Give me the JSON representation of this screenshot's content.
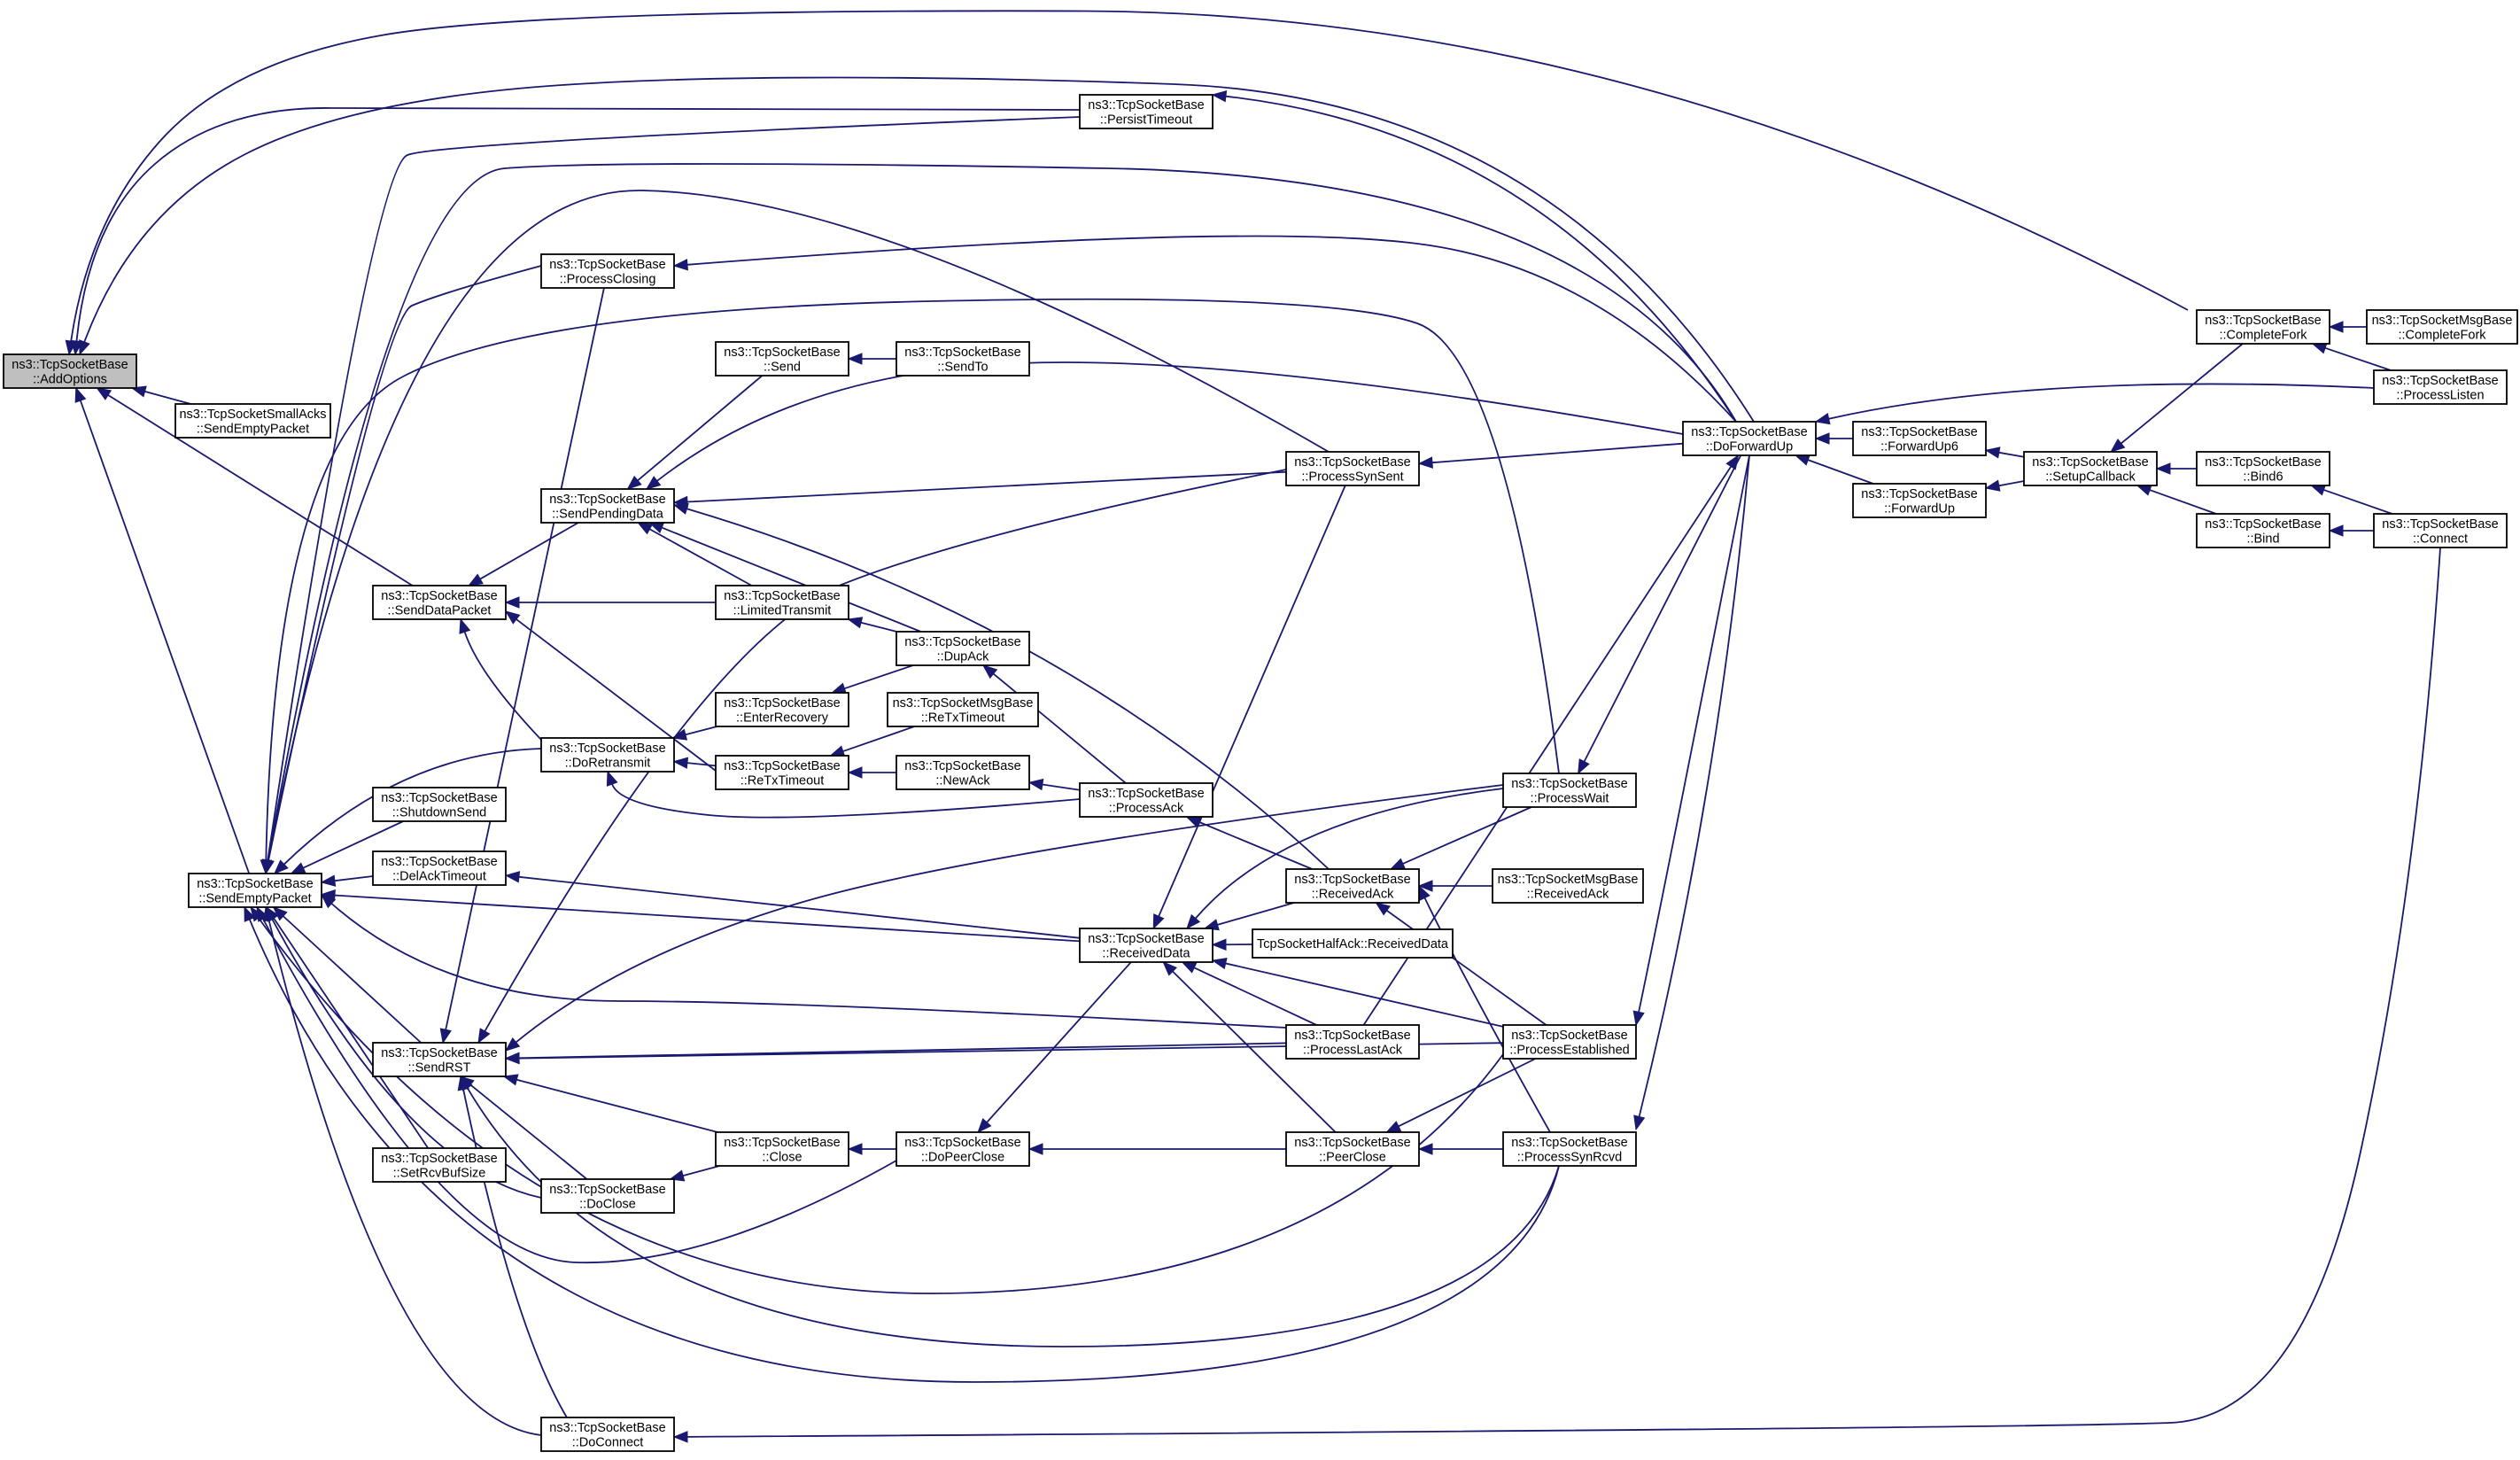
{
  "graph": {
    "type": "caller-graph",
    "nodes": [
      {
        "id": "addoptions",
        "lines": [
          "ns3::TcpSocketBase",
          "::AddOptions"
        ],
        "root": true
      },
      {
        "id": "smallacks",
        "lines": [
          "ns3::TcpSocketSmallAcks",
          "::SendEmptyPacket"
        ]
      },
      {
        "id": "sendempty",
        "lines": [
          "ns3::TcpSocketBase",
          "::SendEmptyPacket"
        ]
      },
      {
        "id": "senddata",
        "lines": [
          "ns3::TcpSocketBase",
          "::SendDataPacket"
        ]
      },
      {
        "id": "shutdownsend",
        "lines": [
          "ns3::TcpSocketBase",
          "::ShutdownSend"
        ]
      },
      {
        "id": "delack",
        "lines": [
          "ns3::TcpSocketBase",
          "::DelAckTimeout"
        ]
      },
      {
        "id": "sendrst",
        "lines": [
          "ns3::TcpSocketBase",
          "::SendRST"
        ]
      },
      {
        "id": "setrcvbuf",
        "lines": [
          "ns3::TcpSocketBase",
          "::SetRcvBufSize"
        ]
      },
      {
        "id": "processclosing",
        "lines": [
          "ns3::TcpSocketBase",
          "::ProcessClosing"
        ]
      },
      {
        "id": "sendpending",
        "lines": [
          "ns3::TcpSocketBase",
          "::SendPendingData"
        ]
      },
      {
        "id": "doretransmit",
        "lines": [
          "ns3::TcpSocketBase",
          "::DoRetransmit"
        ]
      },
      {
        "id": "doclose",
        "lines": [
          "ns3::TcpSocketBase",
          "::DoClose"
        ]
      },
      {
        "id": "doconnect",
        "lines": [
          "ns3::TcpSocketBase",
          "::DoConnect"
        ]
      },
      {
        "id": "send",
        "lines": [
          "ns3::TcpSocketBase",
          "::Send"
        ]
      },
      {
        "id": "limited",
        "lines": [
          "ns3::TcpSocketBase",
          "::LimitedTransmit"
        ]
      },
      {
        "id": "enterrecovery",
        "lines": [
          "ns3::TcpSocketBase",
          "::EnterRecovery"
        ]
      },
      {
        "id": "retxtimeout",
        "lines": [
          "ns3::TcpSocketBase",
          "::ReTxTimeout"
        ]
      },
      {
        "id": "close",
        "lines": [
          "ns3::TcpSocketBase",
          "::Close"
        ]
      },
      {
        "id": "sendto",
        "lines": [
          "ns3::TcpSocketBase",
          "::SendTo"
        ]
      },
      {
        "id": "dupack",
        "lines": [
          "ns3::TcpSocketBase",
          "::DupAck"
        ]
      },
      {
        "id": "msgretx",
        "lines": [
          "ns3::TcpSocketMsgBase",
          "::ReTxTimeout"
        ]
      },
      {
        "id": "newack",
        "lines": [
          "ns3::TcpSocketBase",
          "::NewAck"
        ]
      },
      {
        "id": "doppeerclose",
        "lines": [
          "ns3::TcpSocketBase",
          "::DoPeerClose"
        ]
      },
      {
        "id": "persist",
        "lines": [
          "ns3::TcpSocketBase",
          "::PersistTimeout"
        ]
      },
      {
        "id": "processack",
        "lines": [
          "ns3::TcpSocketBase",
          "::ProcessAck"
        ]
      },
      {
        "id": "receiveddata",
        "lines": [
          "ns3::TcpSocketBase",
          "::ReceivedData"
        ]
      },
      {
        "id": "synsent",
        "lines": [
          "ns3::TcpSocketBase",
          "::ProcessSynSent"
        ]
      },
      {
        "id": "receivedack",
        "lines": [
          "ns3::TcpSocketBase",
          "::ReceivedAck"
        ]
      },
      {
        "id": "halfack",
        "lines": [
          "TcpSocketHalfAck::ReceivedData"
        ]
      },
      {
        "id": "lastack",
        "lines": [
          "ns3::TcpSocketBase",
          "::ProcessLastAck"
        ]
      },
      {
        "id": "peerclose",
        "lines": [
          "ns3::TcpSocketBase",
          "::PeerClose"
        ]
      },
      {
        "id": "processwait",
        "lines": [
          "ns3::TcpSocketBase",
          "::ProcessWait"
        ]
      },
      {
        "id": "msgreceivedack",
        "lines": [
          "ns3::TcpSocketMsgBase",
          "::ReceivedAck"
        ]
      },
      {
        "id": "established",
        "lines": [
          "ns3::TcpSocketBase",
          "::ProcessEstablished"
        ]
      },
      {
        "id": "synrcvd",
        "lines": [
          "ns3::TcpSocketBase",
          "::ProcessSynRcvd"
        ]
      },
      {
        "id": "doforwardup",
        "lines": [
          "ns3::TcpSocketBase",
          "::DoForwardUp"
        ]
      },
      {
        "id": "forwardup6",
        "lines": [
          "ns3::TcpSocketBase",
          "::ForwardUp6"
        ]
      },
      {
        "id": "forwardup",
        "lines": [
          "ns3::TcpSocketBase",
          "::ForwardUp"
        ]
      },
      {
        "id": "setupcallback",
        "lines": [
          "ns3::TcpSocketBase",
          "::SetupCallback"
        ]
      },
      {
        "id": "completefork",
        "lines": [
          "ns3::TcpSocketBase",
          "::CompleteFork"
        ]
      },
      {
        "id": "bind6",
        "lines": [
          "ns3::TcpSocketBase",
          "::Bind6"
        ]
      },
      {
        "id": "bind",
        "lines": [
          "ns3::TcpSocketBase",
          "::Bind"
        ]
      },
      {
        "id": "msgcompletefork",
        "lines": [
          "ns3::TcpSocketMsgBase",
          "::CompleteFork"
        ]
      },
      {
        "id": "processlisten",
        "lines": [
          "ns3::TcpSocketBase",
          "::ProcessListen"
        ]
      },
      {
        "id": "connect",
        "lines": [
          "ns3::TcpSocketBase",
          "::Connect"
        ]
      }
    ],
    "edges": [
      [
        "smallacks",
        "addoptions"
      ],
      [
        "sendempty",
        "addoptions"
      ],
      [
        "senddata",
        "addoptions"
      ],
      [
        "persist",
        "addoptions"
      ],
      [
        "completefork",
        "addoptions"
      ],
      [
        "doforwardup",
        "addoptions"
      ],
      [
        "sendpending",
        "senddata"
      ],
      [
        "limited",
        "senddata"
      ],
      [
        "doretransmit",
        "senddata"
      ],
      [
        "retxtimeout",
        "senddata"
      ],
      [
        "shutdownsend",
        "sendempty"
      ],
      [
        "delack",
        "sendempty"
      ],
      [
        "sendrst",
        "sendempty"
      ],
      [
        "setrcvbuf",
        "sendempty"
      ],
      [
        "doclose",
        "sendempty"
      ],
      [
        "doconnect",
        "sendempty"
      ],
      [
        "processclosing",
        "sendempty"
      ],
      [
        "doretransmit",
        "sendempty"
      ],
      [
        "persist",
        "sendempty"
      ],
      [
        "doforwardup",
        "sendempty"
      ],
      [
        "synsent",
        "sendempty"
      ],
      [
        "receiveddata",
        "sendempty"
      ],
      [
        "lastack",
        "sendempty"
      ],
      [
        "doppeerclose",
        "sendempty"
      ],
      [
        "established",
        "sendempty"
      ],
      [
        "synrcvd",
        "sendempty"
      ],
      [
        "processwait",
        "sendempty"
      ],
      [
        "receiveddata",
        "delack"
      ],
      [
        "processclosing",
        "sendrst"
      ],
      [
        "doclose",
        "sendrst"
      ],
      [
        "close",
        "sendrst"
      ],
      [
        "doconnect",
        "sendrst"
      ],
      [
        "lastack",
        "sendrst"
      ],
      [
        "established",
        "sendrst"
      ],
      [
        "synrcvd",
        "sendrst"
      ],
      [
        "synsent",
        "sendrst"
      ],
      [
        "processwait",
        "sendrst"
      ],
      [
        "send",
        "sendpending"
      ],
      [
        "limited",
        "sendpending"
      ],
      [
        "dupack",
        "sendpending"
      ],
      [
        "synsent",
        "sendpending"
      ],
      [
        "doforwardup",
        "sendpending"
      ],
      [
        "receivedack",
        "sendpending"
      ],
      [
        "enterrecovery",
        "doretransmit"
      ],
      [
        "retxtimeout",
        "doretransmit"
      ],
      [
        "processack",
        "doretransmit"
      ],
      [
        "close",
        "doclose"
      ],
      [
        "sendto",
        "send"
      ],
      [
        "dupack",
        "limited"
      ],
      [
        "dupack",
        "enterrecovery"
      ],
      [
        "msgretx",
        "retxtimeout"
      ],
      [
        "newack",
        "retxtimeout"
      ],
      [
        "doppeerclose",
        "close"
      ],
      [
        "processack",
        "dupack"
      ],
      [
        "processack",
        "newack"
      ],
      [
        "receiveddata",
        "doppeerclose"
      ],
      [
        "peerclose",
        "doppeerclose"
      ],
      [
        "receivedack",
        "processack"
      ],
      [
        "doforwardup",
        "persist"
      ],
      [
        "doforwardup",
        "processclosing"
      ],
      [
        "receivedack",
        "receiveddata"
      ],
      [
        "halfack",
        "receiveddata"
      ],
      [
        "lastack",
        "receiveddata"
      ],
      [
        "established",
        "receiveddata"
      ],
      [
        "peerclose",
        "receiveddata"
      ],
      [
        "synsent",
        "receiveddata"
      ],
      [
        "processwait",
        "receiveddata"
      ],
      [
        "doforwardup",
        "synsent"
      ],
      [
        "processwait",
        "receivedack"
      ],
      [
        "msgreceivedack",
        "receivedack"
      ],
      [
        "established",
        "receivedack"
      ],
      [
        "synrcvd",
        "receivedack"
      ],
      [
        "lastack",
        "doforwardup"
      ],
      [
        "established",
        "peerclose"
      ],
      [
        "synrcvd",
        "peerclose"
      ],
      [
        "doforwardup",
        "processwait"
      ],
      [
        "doforwardup",
        "established"
      ],
      [
        "doforwardup",
        "synrcvd"
      ],
      [
        "forwardup6",
        "doforwardup"
      ],
      [
        "forwardup",
        "doforwardup"
      ],
      [
        "setupcallback",
        "forwardup6"
      ],
      [
        "setupcallback",
        "forwardup"
      ],
      [
        "completefork",
        "setupcallback"
      ],
      [
        "bind6",
        "setupcallback"
      ],
      [
        "bind",
        "setupcallback"
      ],
      [
        "msgcompletefork",
        "completefork"
      ],
      [
        "processlisten",
        "completefork"
      ],
      [
        "processlisten",
        "doforwardup"
      ],
      [
        "connect",
        "bind6"
      ],
      [
        "connect",
        "bind"
      ],
      [
        "connect",
        "doconnect"
      ]
    ]
  }
}
